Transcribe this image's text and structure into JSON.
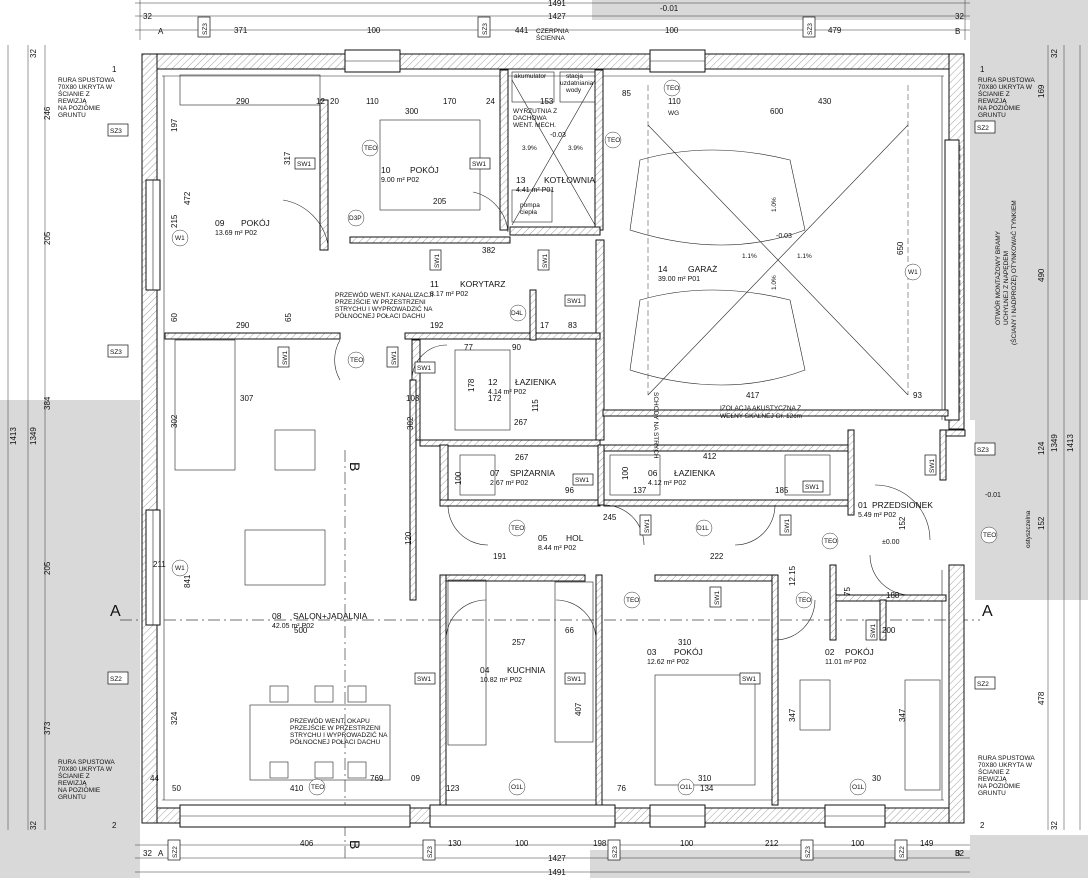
{
  "dims_top": [
    {
      "id": "t1",
      "label": "1491"
    },
    {
      "id": "t2",
      "label": "1427"
    },
    {
      "id": "t3",
      "label": "32"
    },
    {
      "id": "t4",
      "label": "371"
    },
    {
      "id": "t5",
      "label": "100"
    },
    {
      "id": "t6",
      "label": "441"
    },
    {
      "id": "t7",
      "label": "100"
    },
    {
      "id": "t8",
      "label": "479"
    },
    {
      "id": "t9",
      "label": "32"
    },
    {
      "id": "t10",
      "label": "-0.01"
    }
  ],
  "dims_bottom": [
    {
      "id": "b1",
      "label": "32"
    },
    {
      "id": "b2",
      "label": "406"
    },
    {
      "id": "b3",
      "label": "130"
    },
    {
      "id": "b4",
      "label": "100"
    },
    {
      "id": "b5",
      "label": "198"
    },
    {
      "id": "b6",
      "label": "100"
    },
    {
      "id": "b7",
      "label": "212"
    },
    {
      "id": "b8",
      "label": "100"
    },
    {
      "id": "b9",
      "label": "149"
    },
    {
      "id": "b10",
      "label": "32"
    },
    {
      "id": "b11",
      "label": "1427"
    },
    {
      "id": "b12",
      "label": "1491"
    }
  ],
  "dims_left": [
    {
      "id": "l1",
      "label": "32"
    },
    {
      "id": "l2",
      "label": "246"
    },
    {
      "id": "l3",
      "label": "205"
    },
    {
      "id": "l4",
      "label": "384"
    },
    {
      "id": "l5",
      "label": "1349"
    },
    {
      "id": "l6",
      "label": "1413"
    },
    {
      "id": "l7",
      "label": "205"
    },
    {
      "id": "l8",
      "label": "373"
    },
    {
      "id": "l9",
      "label": "32"
    }
  ],
  "dims_right": [
    {
      "id": "r1",
      "label": "32"
    },
    {
      "id": "r2",
      "label": "169"
    },
    {
      "id": "r3",
      "label": "490"
    },
    {
      "id": "r4",
      "label": "124"
    },
    {
      "id": "r5",
      "label": "1349"
    },
    {
      "id": "r6",
      "label": "1413"
    },
    {
      "id": "r7",
      "label": "152"
    },
    {
      "id": "r8",
      "label": "478"
    },
    {
      "id": "r9",
      "label": "32"
    }
  ],
  "axes": {
    "a": "A",
    "b": "B",
    "one": "1",
    "two": "2"
  },
  "rooms": [
    {
      "id": "r01",
      "num": "01",
      "name": "PRZEDSIONEK",
      "area": "5.49 m² P02"
    },
    {
      "id": "r02",
      "num": "02",
      "name": "POKÓJ",
      "area": "11.01 m² P02"
    },
    {
      "id": "r03",
      "num": "03",
      "name": "POKÓJ",
      "area": "12.62 m² P02"
    },
    {
      "id": "r04",
      "num": "04",
      "name": "KUCHNIA",
      "area": "10.82 m² P02"
    },
    {
      "id": "r05",
      "num": "05",
      "name": "HOL",
      "area": "8.44 m² P02"
    },
    {
      "id": "r06",
      "num": "06",
      "name": "ŁAZIENKA",
      "area": "4.12 m² P02"
    },
    {
      "id": "r07",
      "num": "07",
      "name": "SPIŻARNIA",
      "area": "2.67 m² P02"
    },
    {
      "id": "r08",
      "num": "08",
      "name": "SALON+JADALNIA",
      "area": "42.05 m² P02"
    },
    {
      "id": "r09",
      "num": "09",
      "name": "POKÓJ",
      "area": "13.69 m² P02"
    },
    {
      "id": "r10",
      "num": "10",
      "name": "POKÓJ",
      "area": "9.00 m² P02"
    },
    {
      "id": "r11",
      "num": "11",
      "name": "KORYTARZ",
      "area": "8.17 m² P02"
    },
    {
      "id": "r12",
      "num": "12",
      "name": "ŁAZIENKA",
      "area": "4.14 m² P02"
    },
    {
      "id": "r13",
      "num": "13",
      "name": "KOTŁOWNIA",
      "area": "4.41 m² P01"
    },
    {
      "id": "r14",
      "num": "14",
      "name": "GARAŻ",
      "area": "39.00 m² P01"
    }
  ],
  "notes": {
    "downpipe_1": "RURA SPUSTOWA",
    "downpipe_2": "70X80 UKRYTA W",
    "downpipe_3": "ŚCIANIE Z",
    "downpipe_4": "REWIZJĄ",
    "downpipe_5": "NA POZIOMIE",
    "downpipe_6": "GRUNTU",
    "vent_kan_1": "PRZEWÓD WENT. KANALIZACJI",
    "vent_kan_2": "PRZEJŚCIE W PRZESTRZENI",
    "vent_kan_3": "STRYCHU I WYPROWADZIĆ NA",
    "vent_kan_4": "PÓŁNOCNEJ POŁACI DACHU",
    "vent_okap_1": "PRZEWÓD WENT. OKAPU",
    "vent_okap_2": "PRZEJŚCIE W PRZESTRZENI",
    "vent_okap_3": "STRYCHU I WYPROWADZIĆ NA",
    "vent_okap_4": "PÓŁNOCNEJ POŁACI DACHU",
    "wyrzutnia_1": "WYRZUTNIA Z",
    "wyrzutnia_2": "DACHOWA",
    "wyrzutnia_3": "WENT. MECH.",
    "czerpnia_1": "CZERPNIA",
    "czerpnia_2": "ŚCIENNA",
    "akumulator": "akumulator",
    "stacja_1": "stacja",
    "stacja_2": "uzdatniania",
    "stacja_3": "wody",
    "pompa_1": "pompa",
    "pompa_2": "ciepła",
    "izolacja_1": "IZOLACJA AKUSTYCZNA Z",
    "izolacja_2": "WEŁNY SKALNEJ Gr. 12cm",
    "schody": "SCHODY NA STRYCH",
    "brama_1": "OTWÓR MONTAŻOWY BRAMY",
    "brama_2": "UCHYLNEJ Z NAPĘDEM",
    "brama_3": "(ŚCIANY I NADPROŻE) OTYNKOWAĆ TYNKIEM",
    "ostyszczelena": "ostyszczelna",
    "lvl1": "-0.03",
    "lvl2": "-0.03",
    "lvl3": "±0.00",
    "lvl4": "-0.01",
    "slope1": "3.9%",
    "slope2": "3.9%",
    "slope3": "1.1%",
    "slope4": "1.1%",
    "slope5": "1.0%",
    "slope6": "1.0%"
  },
  "tags": {
    "sz1": "SZ3",
    "sz2": "SZ3",
    "sz3": "SZ2",
    "sz4": "SZ2",
    "sz5": "SZ3",
    "sz6": "SZ3",
    "sz7": "SZ2",
    "sw": "SW1",
    "wg": "WG",
    "teo": "TEO",
    "d3p": "D3P",
    "d4l": "D4L",
    "o1l": "O1L",
    "d1l": "D1L",
    "w1": "W1"
  },
  "inner_dims": {
    "d290a": "290",
    "d12a": "12",
    "d20": "20",
    "d110": "110",
    "d170": "170",
    "d24": "24",
    "d153": "153",
    "d85": "85",
    "d110b": "110",
    "d430": "430",
    "d300": "300",
    "d600": "600",
    "d197": "197",
    "d317": "317",
    "d472": "472",
    "d215": "215",
    "d382": "382",
    "d205": "205",
    "d650": "650",
    "d290b": "290",
    "d192": "192",
    "d60": "60",
    "d65": "65",
    "d77": "77",
    "d90": "90",
    "d17": "17",
    "d83": "83",
    "d178": "178",
    "d172": "172",
    "d115": "115",
    "d307": "307",
    "d103": "103",
    "d417": "417",
    "d93": "93",
    "d302": "302",
    "d267": "267",
    "d412": "412",
    "d185": "185",
    "d100": "100",
    "d96": "96",
    "d137": "137",
    "d245": "245",
    "d120": "120",
    "d191": "191",
    "d222": "222",
    "d841": "841",
    "d211": "211",
    "d500": "500",
    "d257": "257",
    "d66": "66",
    "d310": "310",
    "d200": "200",
    "d188": "188",
    "d75": "75",
    "d407": "407",
    "d347": "347",
    "d324": "324",
    "d769": "769",
    "d410": "410",
    "d123": "123",
    "d76": "76",
    "d134": "134",
    "d50": "50",
    "d44": "44",
    "d09": "09",
    "d152": "152",
    "d1215": "12.15",
    "d30": "30"
  }
}
